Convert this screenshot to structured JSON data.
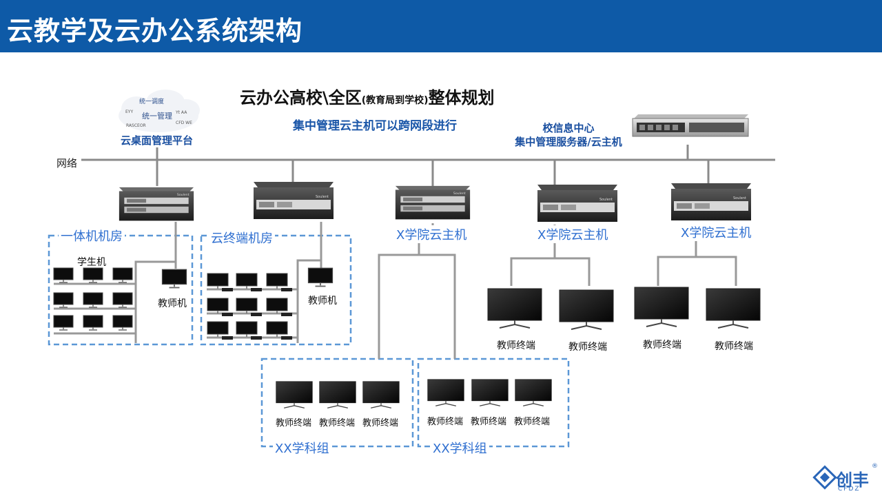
{
  "header": {
    "title": "云教学及云办公系统架构"
  },
  "diagram": {
    "title_main": "云办公高校\\全区",
    "title_small": "(教育局到学校)",
    "title_end": "整体规划",
    "subtitle": "集中管理云主机可以跨网段进行",
    "cloud_platform_label": "云桌面管理平台",
    "cloud_words": [
      "统一调度",
      "统一管理",
      "RASCEOR",
      "EYY",
      "CFD",
      "Yt",
      "WE",
      "AA"
    ],
    "center_label_line1": "校信息中心",
    "center_label_line2": "集中管理服务器/云主机",
    "network_label": "网络",
    "rooms": {
      "all_in_one": "一体机机房",
      "terminal": "云终端机房",
      "student_pc": "学生机",
      "teacher_pc": "教师机"
    },
    "college_hosts": [
      "X学院云主机",
      "X学院云主机",
      "X学院云主机"
    ],
    "teacher_terminal": "教师终端",
    "subject_group": "XX学科组"
  },
  "brand": {
    "logo_text": "创丰",
    "logo_sub": "CFDZ",
    "logo_reg": "®"
  },
  "colors": {
    "header_bg": "#0e5aa7",
    "accent_blue": "#2f6fd0",
    "dash_border": "#5b97d6",
    "line": "#8a8a8a"
  }
}
